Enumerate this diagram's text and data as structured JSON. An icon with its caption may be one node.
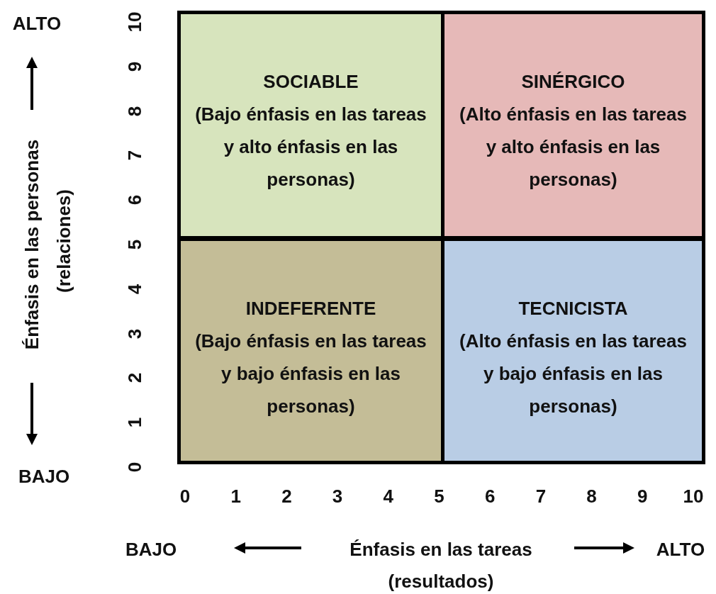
{
  "diagram": {
    "nodes": [
      {
        "text": [
          "SOCIABLE",
          "(Bajo énfasis en las tareas y alto énfasis en las personas)"
        ]
      },
      {
        "text": [
          "SINÉRGICO",
          "(Alto énfasis en las tareas y alto énfasis en las personas)"
        ]
      },
      {
        "text": [
          "INDEFERENTE",
          "(Bajo énfasis en las tareas y bajo énfasis en las personas)"
        ]
      },
      {
        "text": [
          "TECNICISTA",
          "(Alto énfasis en las tareas y bajo énfasis en las personas)"
        ]
      }
    ],
    "edges": [],
    "labels": [
      "ALTO",
      "Énfasis en las personas",
      "(relaciones)",
      "BAJO",
      "10",
      "9",
      "8",
      "7",
      "6",
      "5",
      "4",
      "3",
      "2",
      "1",
      "0",
      "0",
      "1",
      "2",
      "3",
      "4",
      "5",
      "6",
      "7",
      "8",
      "9",
      "10",
      "BAJO",
      "Énfasis en las tareas",
      "ALTO",
      "(resultados)"
    ]
  }
}
